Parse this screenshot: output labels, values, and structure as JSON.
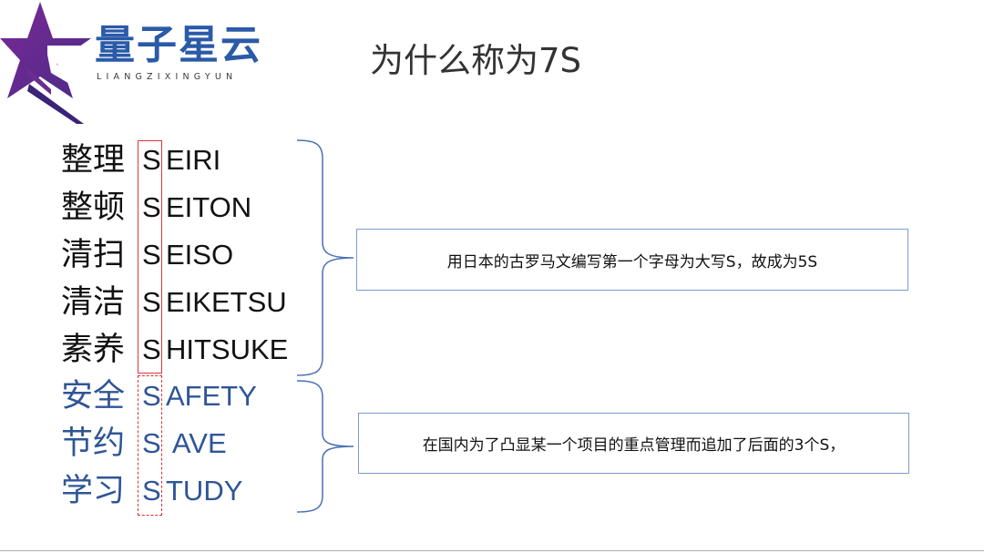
{
  "logo": {
    "name": "量子星云",
    "subtitle": "LIANGZIXINGYUN",
    "colors": {
      "purple": "#6b2d8f",
      "blue": "#2a5aa8"
    }
  },
  "title": "为什么称为7S",
  "rows": [
    {
      "cn": "整理",
      "s": "S",
      "rest": "EIRI"
    },
    {
      "cn": "整顿",
      "s": "S",
      "rest": "EITON"
    },
    {
      "cn": "清扫",
      "s": "S",
      "rest": "EISO"
    },
    {
      "cn": "清洁",
      "s": "S",
      "rest": "EIKETSU"
    },
    {
      "cn": "素养",
      "s": "S",
      "rest": "HITSUKE"
    },
    {
      "cn": "安全",
      "s": "S",
      "rest": "AFETY"
    },
    {
      "cn": "节约",
      "s": "S",
      "rest": " AVE"
    },
    {
      "cn": "学习",
      "s": "S",
      "rest": "TUDY"
    }
  ],
  "notes": {
    "first": "用日本的古罗马文编写第一个字母为大写S，故成为5S",
    "second": "在国内为了凸显某一个项目的重点管理而追加了后面的3个S，"
  },
  "colors": {
    "dark_text": "#111111",
    "blue_text": "#2f5597",
    "box_red": "#d9363e",
    "brace_blue": "#4a6fb5"
  }
}
